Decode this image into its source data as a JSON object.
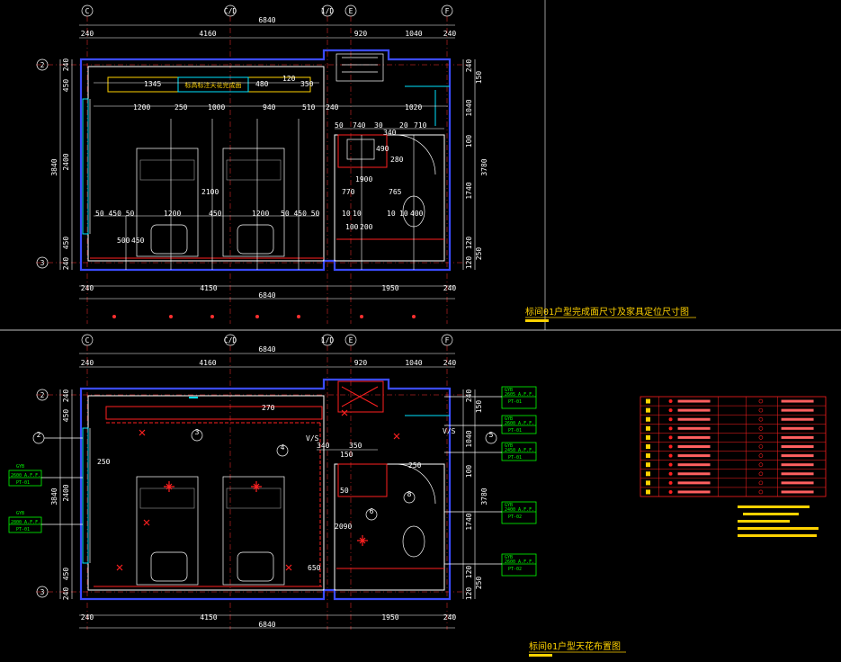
{
  "drawings": [
    {
      "title": "标间01户型完成面尺寸及家具定位尺寸图",
      "grid_top": [
        "C",
        "C/D",
        "1/D",
        "E",
        "F"
      ],
      "grid_left": [
        "2",
        "3"
      ],
      "top_total": "6840",
      "top_row": [
        "240",
        "4160",
        "920",
        "1040",
        "240"
      ],
      "bottom_row": [
        "240",
        "4150",
        "1950",
        "240"
      ],
      "bottom_total": "6840",
      "left_outer": "3840",
      "left_inner": [
        "450",
        "2400",
        "450"
      ],
      "left_edge": [
        "240",
        "240"
      ],
      "right_outer": "3780",
      "right_inner": [
        "240",
        "150",
        "1040",
        "100",
        "1740",
        "120",
        "250",
        "120"
      ],
      "interior_dims": [
        "1345",
        "480",
        "120",
        "350",
        "1200",
        "250",
        "1000",
        "940",
        "510",
        "240",
        "1020",
        "50",
        "740",
        "30",
        "20",
        "710",
        "340",
        "490",
        "280",
        "1900",
        "770",
        "765",
        "2100",
        "50 450 50",
        "1200",
        "450",
        "1200",
        "50 450 50",
        "500",
        "450",
        "10",
        "10",
        "100",
        "200",
        "10",
        "10",
        "400"
      ],
      "notes": "标高标注天花完成面",
      "bottom_markers": [
        "",
        "",
        "",
        "",
        "",
        "",
        ""
      ]
    },
    {
      "title": "标间01户型天花布置图",
      "grid_top": [
        "C",
        "C/D",
        "1/D",
        "E",
        "F"
      ],
      "grid_left": [
        "2",
        "3"
      ],
      "top_total": "6840",
      "top_row": [
        "240",
        "4160",
        "920",
        "1040",
        "240"
      ],
      "bottom_row": [
        "240",
        "4150",
        "1950",
        "240"
      ],
      "bottom_total": "6840",
      "left_outer": "3840",
      "left_inner": [
        "450",
        "2400",
        "450"
      ],
      "left_edge": [
        "240",
        "240"
      ],
      "right_outer": "3780",
      "right_inner": [
        "240",
        "150",
        "1040",
        "100",
        "1740",
        "120",
        "250",
        "120"
      ],
      "interior_dims": [
        "250",
        "270",
        "340",
        "350",
        "V/S",
        "V/S",
        "150",
        "2090",
        "650",
        "50",
        "250"
      ],
      "tags_left": [
        {
          "code": "GYB",
          "elev": "2600 A.F.F.",
          "sub": "PT-01"
        },
        {
          "code": "GYB",
          "elev": "2800 A.F.F.",
          "sub": "PT-01"
        }
      ],
      "tags_right": [
        {
          "code": "GYB",
          "elev": "2605 A.F.F.",
          "sub": "PT-01"
        },
        {
          "code": "GYB",
          "elev": "2600 A.F.F.",
          "sub": "PT-01"
        },
        {
          "code": "GYB",
          "elev": "2450 A.F.F.",
          "sub": "PT-01"
        },
        {
          "code": "GYB",
          "elev": "2400 A.F.F.",
          "sub": "PT-02"
        },
        {
          "code": "GYB",
          "elev": "2600 A.F.F.",
          "sub": "PT-02"
        }
      ],
      "section_marks": [
        "2",
        "3",
        "4",
        "5",
        "6",
        "8"
      ]
    }
  ],
  "legend": {
    "rows": 11,
    "cols": 6
  },
  "colors": {
    "background": "#000000",
    "wall": "#3b4bff",
    "grid_line": "#ff3030",
    "dimension": "#ffffff",
    "text_yellow": "#ffd200",
    "fixture_cyan": "#00e5ff",
    "tag_green": "#00ff00",
    "light_red": "#ff2020"
  }
}
